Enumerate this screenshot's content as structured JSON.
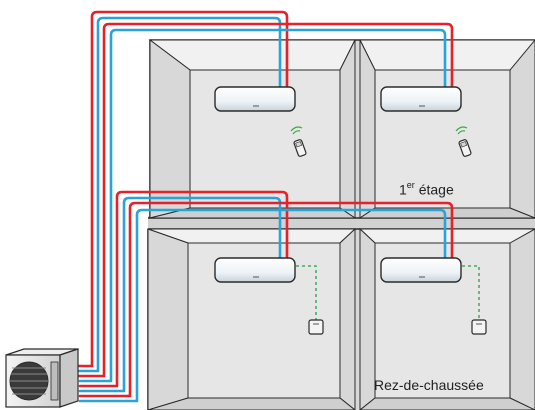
{
  "labels": {
    "first_floor_number": "1",
    "first_floor_suffix": "er",
    "first_floor_word": " étage",
    "ground_floor": "Rez-de-chaussée"
  },
  "colors": {
    "hot_pipe": "#e8202a",
    "cold_pipe": "#29a3dc",
    "wall": "#d9d9d9",
    "wall_back": "#e6e6e6",
    "outline": "#2b2b2b",
    "thermostat_wire": "#2e9a4a",
    "wifi": "#39a845"
  },
  "icons": [
    "indoor-unit",
    "remote-control-icon",
    "wall-thermostat-icon",
    "outdoor-unit",
    "wifi-signal-icon"
  ]
}
